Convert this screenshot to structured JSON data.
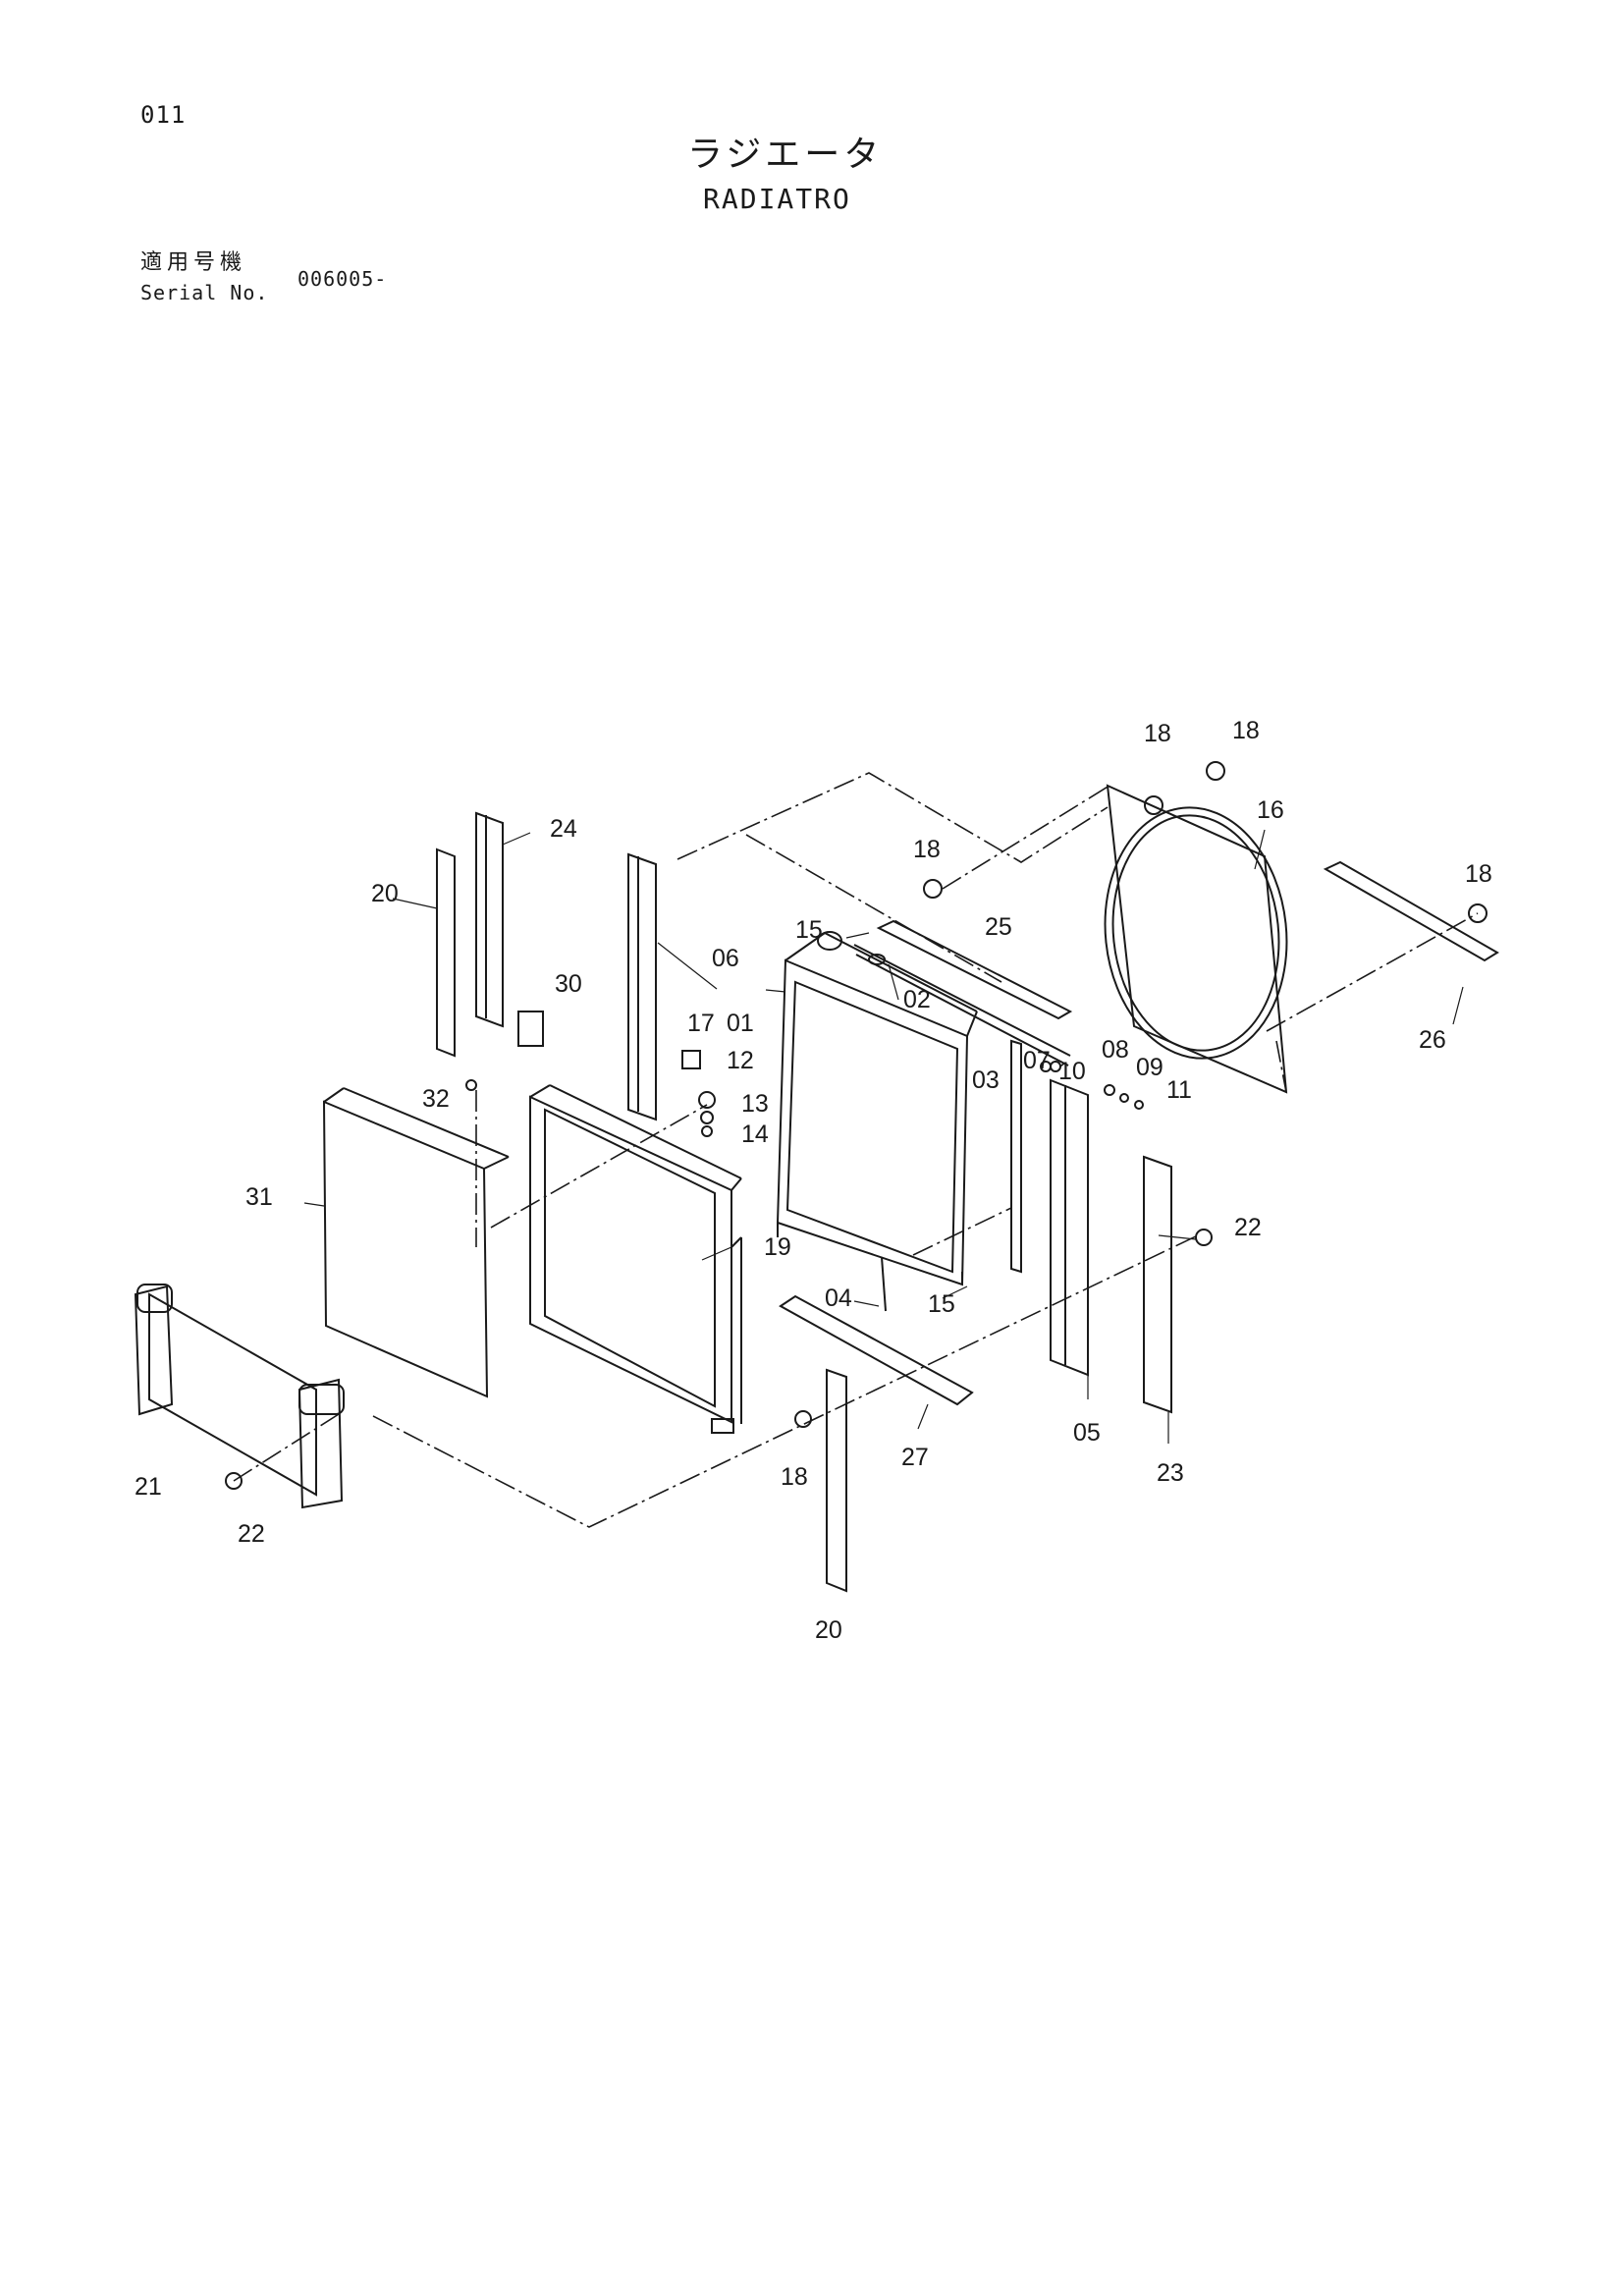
{
  "header": {
    "page_number": "011",
    "title_jp": "ラジエータ",
    "title_en": "RADIATRO",
    "serial_label_jp": "適用号機",
    "serial_label_en": "Serial No.",
    "serial_value": "006005-"
  },
  "diagram": {
    "labels": [
      "01",
      "02",
      "03",
      "04",
      "05",
      "06",
      "07",
      "08",
      "09",
      "10",
      "11",
      "12",
      "13",
      "14",
      "15",
      "15",
      "16",
      "17",
      "18",
      "18",
      "18",
      "18",
      "18",
      "19",
      "20",
      "20",
      "21",
      "22",
      "22",
      "23",
      "24",
      "25",
      "26",
      "27",
      "30",
      "31",
      "32"
    ]
  },
  "colors": {
    "ink": "#1a1a1a",
    "paper": "#ffffff"
  }
}
